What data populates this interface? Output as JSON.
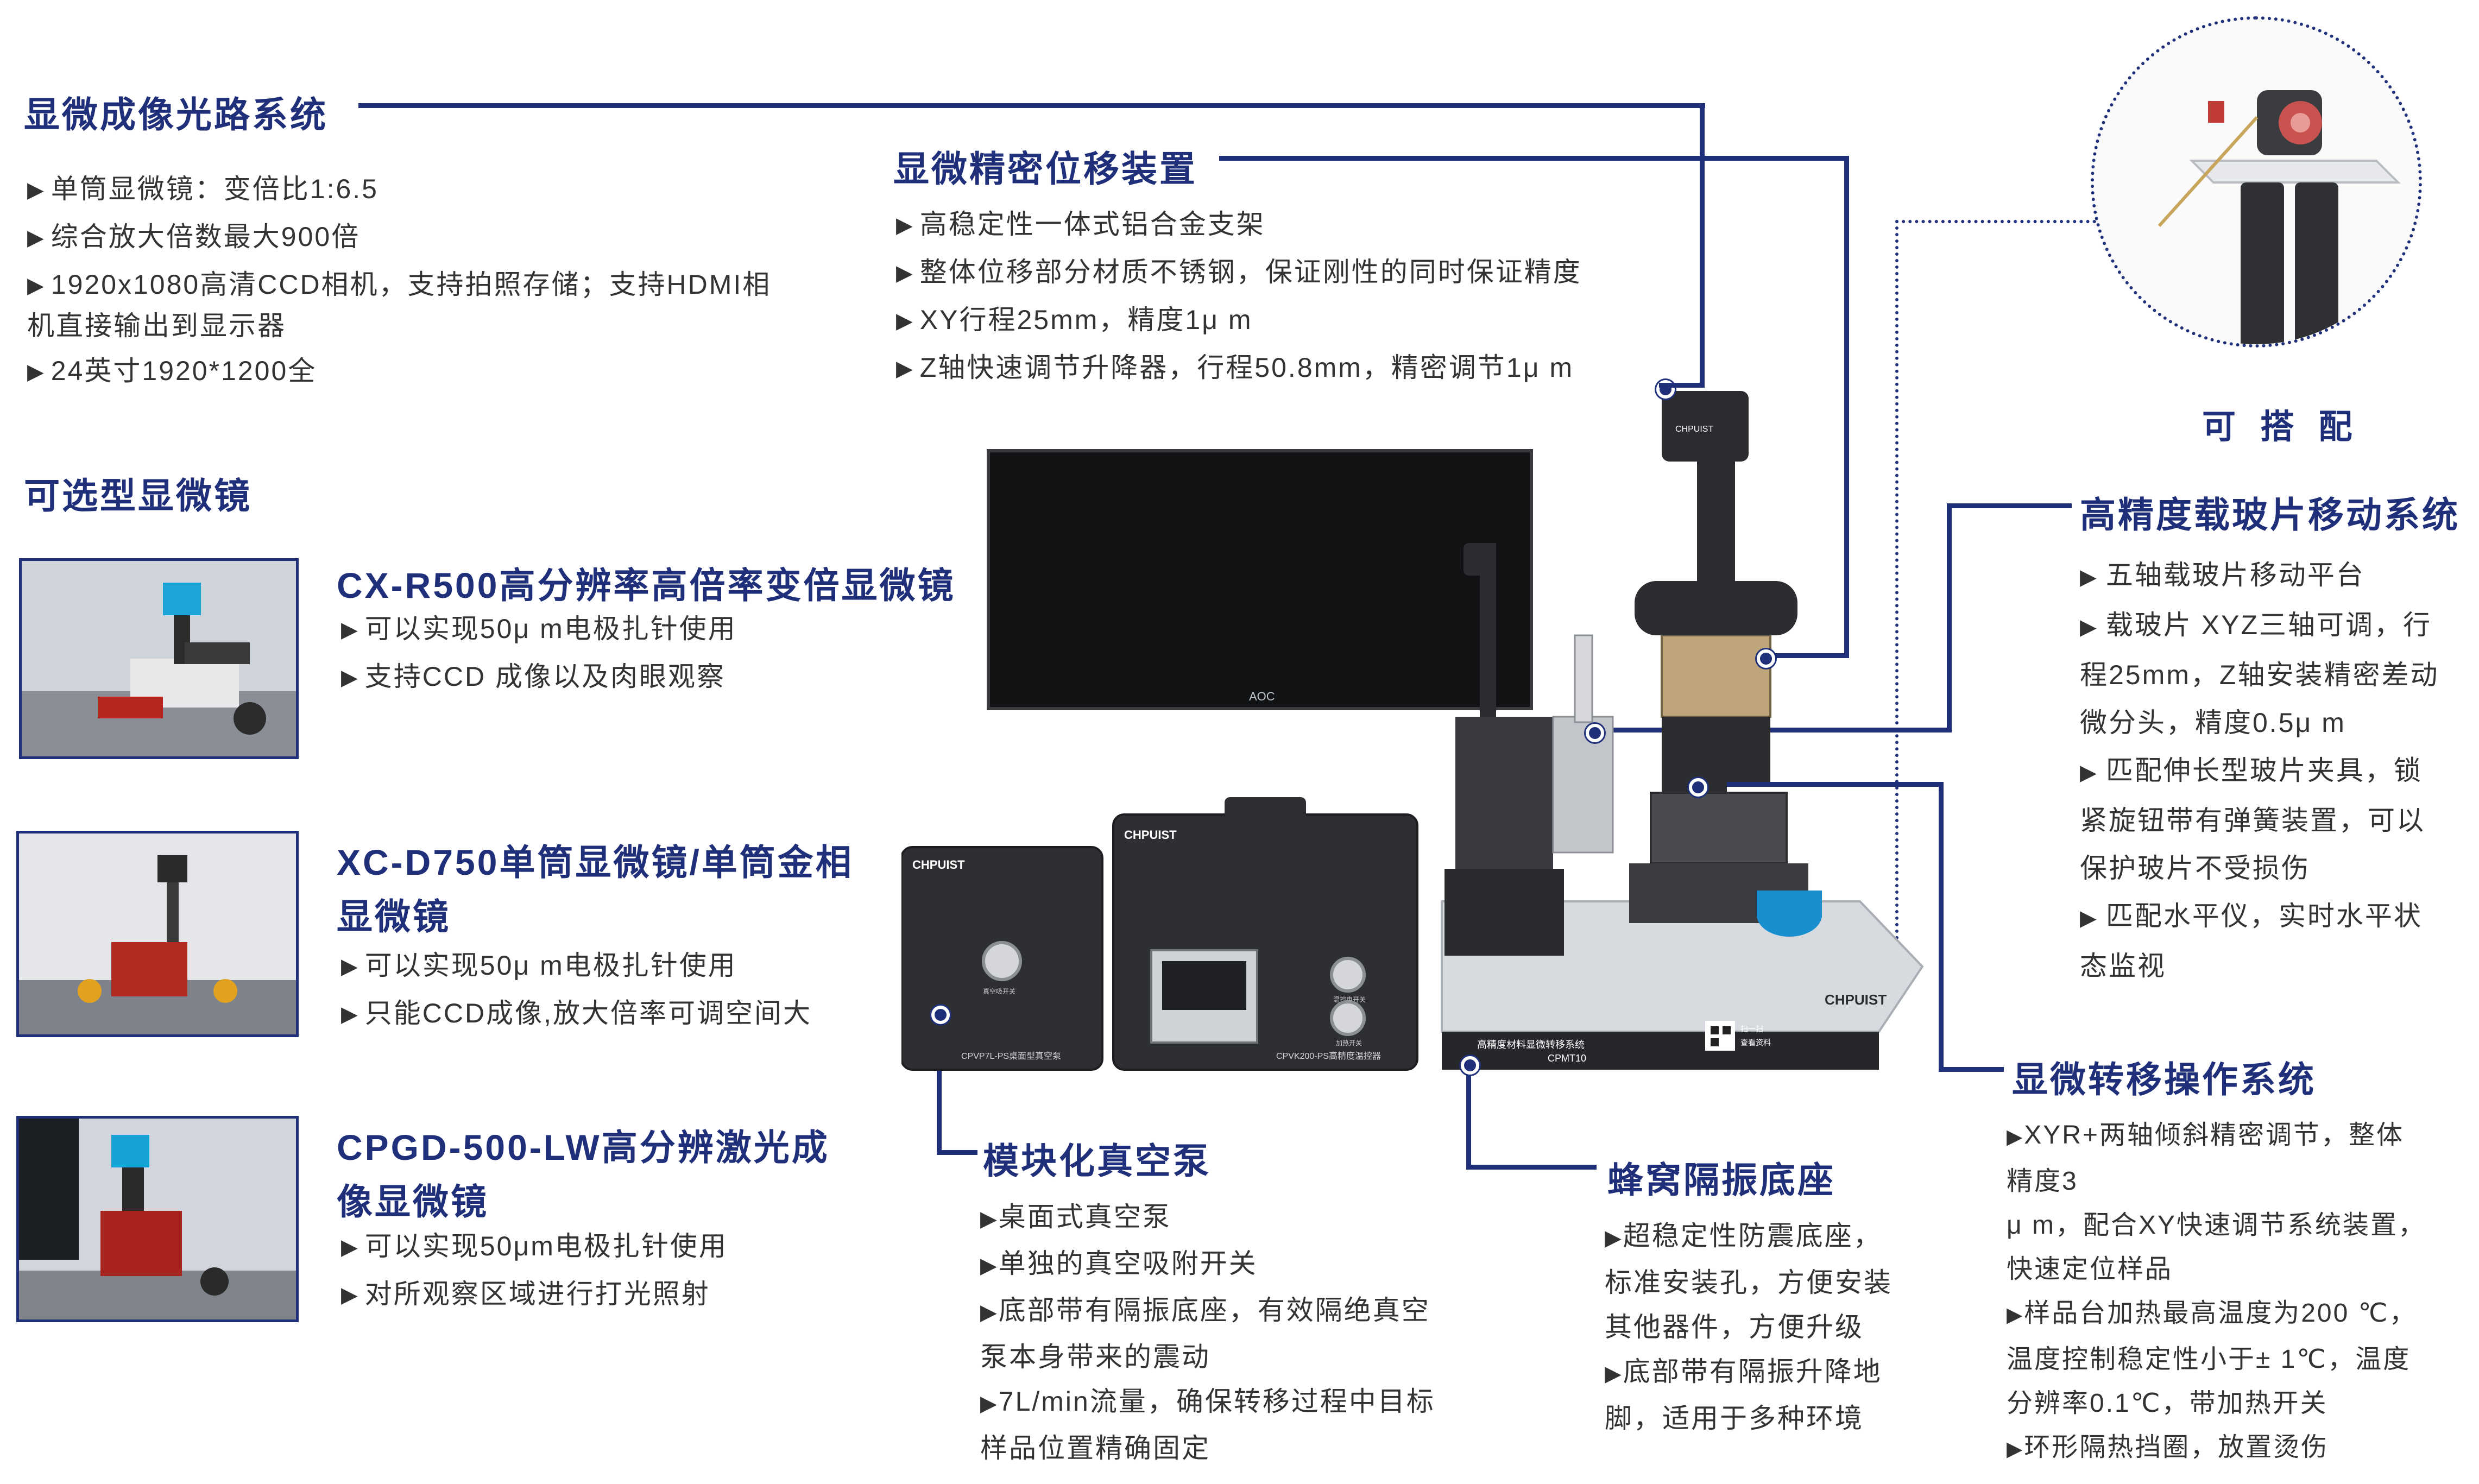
{
  "colors": {
    "accent": "#1f2f7a",
    "text": "#333333",
    "device_dark": "#2e2f33",
    "device_light": "#c9cdd2"
  },
  "optical": {
    "title": "显微成像光路系统",
    "items": [
      "单筒显微镜：变倍比1:6.5",
      "综合放大倍数最大900倍",
      "1920x1080高清CCD相机，支持拍照存储；支持HDMI相",
      "机直接输出到显示器",
      "24英寸1920*1200全"
    ]
  },
  "displacement": {
    "title": "显微精密位移装置",
    "items": [
      "高稳定性一体式铝合金支架",
      "整体位移部分材质不锈钢，保证刚性的同时保证精度",
      "XY行程25mm，精度1μ m",
      "Z轴快速调节升降器，行程50.8mm，精密调节1μ m"
    ]
  },
  "optional": {
    "title": "可选型显微镜",
    "models": [
      {
        "name": "CX-R500高分辨率高倍率变倍显微镜",
        "items": [
          "可以实现50μ m电极扎针使用",
          "支持CCD 成像以及肉眼观察"
        ]
      },
      {
        "name_line1": "XC-D750单筒显微镜/单筒金相",
        "name_line2": "显微镜",
        "items": [
          "可以实现50μ m电极扎针使用",
          "只能CCD成像,放大倍率可调空间大"
        ]
      },
      {
        "name_line1": "CPGD-500-LW高分辨激光成",
        "name_line2": "像显微镜",
        "items": [
          "可以实现50μm电极扎针使用",
          "对所观察区域进行打光照射"
        ]
      }
    ]
  },
  "compatible": {
    "title": "可 搭 配"
  },
  "slide_system": {
    "title": "高精度载玻片移动系统",
    "items": [
      [
        "五轴载玻片移动平台"
      ],
      [
        "载玻片 XYZ三轴可调，行",
        "程25mm，Z轴安装精密差动",
        "微分头，精度0.5μ m"
      ],
      [
        "匹配伸长型玻片夹具，锁",
        "紧旋钮带有弹簧装置，可以",
        "保护玻片不受损伤"
      ],
      [
        "匹配水平仪，实时水平状",
        "态监视"
      ]
    ]
  },
  "transfer": {
    "title": "显微转移操作系统",
    "lines": [
      "XYR+两轴倾斜精密调节，整体",
      "精度3",
      "μ m，配合XY快速调节系统装置，",
      "快速定位样品",
      "样品台加热最高温度为200 ℃，",
      "温度控制稳定性小于± 1℃，温度",
      "分辨率0.1℃，带加热开关",
      "环形隔热挡圈，放置烫伤"
    ],
    "bullet_lines": [
      0,
      4,
      7
    ]
  },
  "vacuum": {
    "title": "模块化真空泵",
    "items": [
      [
        "桌面式真空泵"
      ],
      [
        "单独的真空吸附开关"
      ],
      [
        "底部带有隔振底座，有效隔绝真空",
        "泵本身带来的震动"
      ],
      [
        "7L/min流量，确保转移过程中目标",
        "样品位置精确固定"
      ]
    ]
  },
  "base": {
    "title": "蜂窝隔振底座",
    "items": [
      [
        "超稳定性防震底座，",
        "标准安装孔，方便安装",
        "其他器件，方便升级"
      ],
      [
        "底部带有隔振升降地",
        "脚，适用于多种环境"
      ]
    ]
  },
  "device_labels": {
    "brand": "CHPUIST",
    "monitor_brand": "AOC",
    "pump_label": "CPVP7L-PS桌面型真空泵",
    "controller_label": "CPVK200-PS高精度温控器",
    "platform_label1": "高精度材料显微转移系统",
    "platform_label2": "CPMT10",
    "qr_label1": "扫一扫",
    "qr_label2": "查看资料",
    "pump_switch": "真空吸开关",
    "ctrl_switch1": "温控电开关",
    "ctrl_switch2": "加热开关",
    "camera_brand": "CHPUIST"
  }
}
